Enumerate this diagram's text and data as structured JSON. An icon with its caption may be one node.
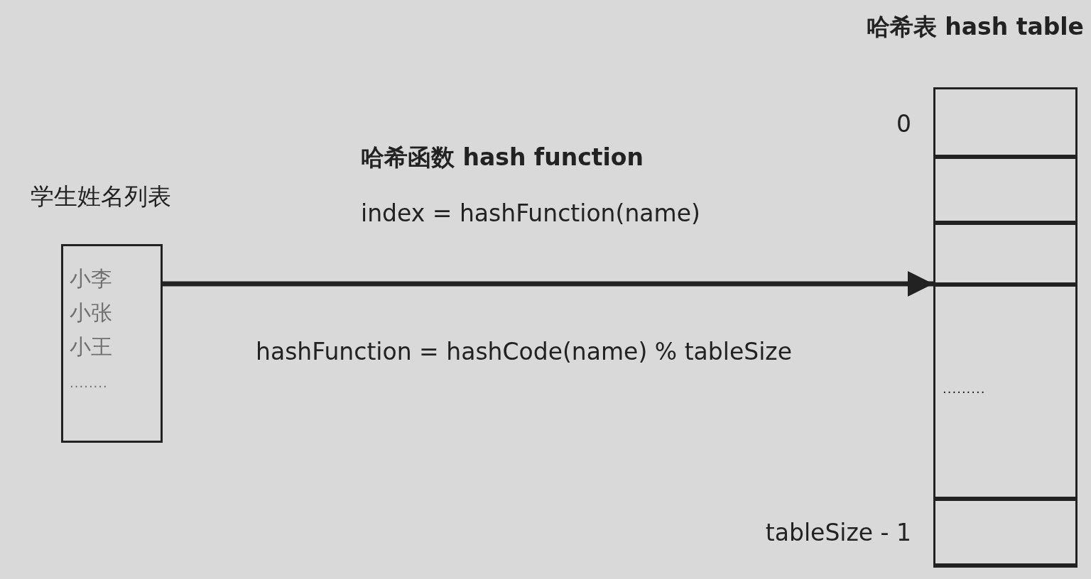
{
  "diagram": {
    "nodes": [
      {
        "text": [
          "学生姓名列表",
          "小李",
          "小张",
          "小王",
          "........"
        ]
      },
      {
        "text": [
          "哈希表 hash table"
        ]
      },
      {
        "text": [],
        "shape": "box",
        "in": 1,
        "beside": [
          "0"
        ]
      },
      {
        "text": [],
        "shape": "box",
        "in": 1
      },
      {
        "text": [],
        "shape": "box",
        "in": 1
      },
      {
        "text": [
          "........."
        ],
        "in": 1
      },
      {
        "text": [],
        "shape": "box",
        "in": 1,
        "beside": [
          "tableSize - 1"
        ]
      }
    ],
    "edges": [
      {
        "from": 0,
        "to": 1,
        "arrow": "to"
      }
    ],
    "labels": [
      "哈希函数 hash function",
      "index = hashFunction(name)",
      "hashFunction = hashCode(name) % tableSize"
    ]
  }
}
